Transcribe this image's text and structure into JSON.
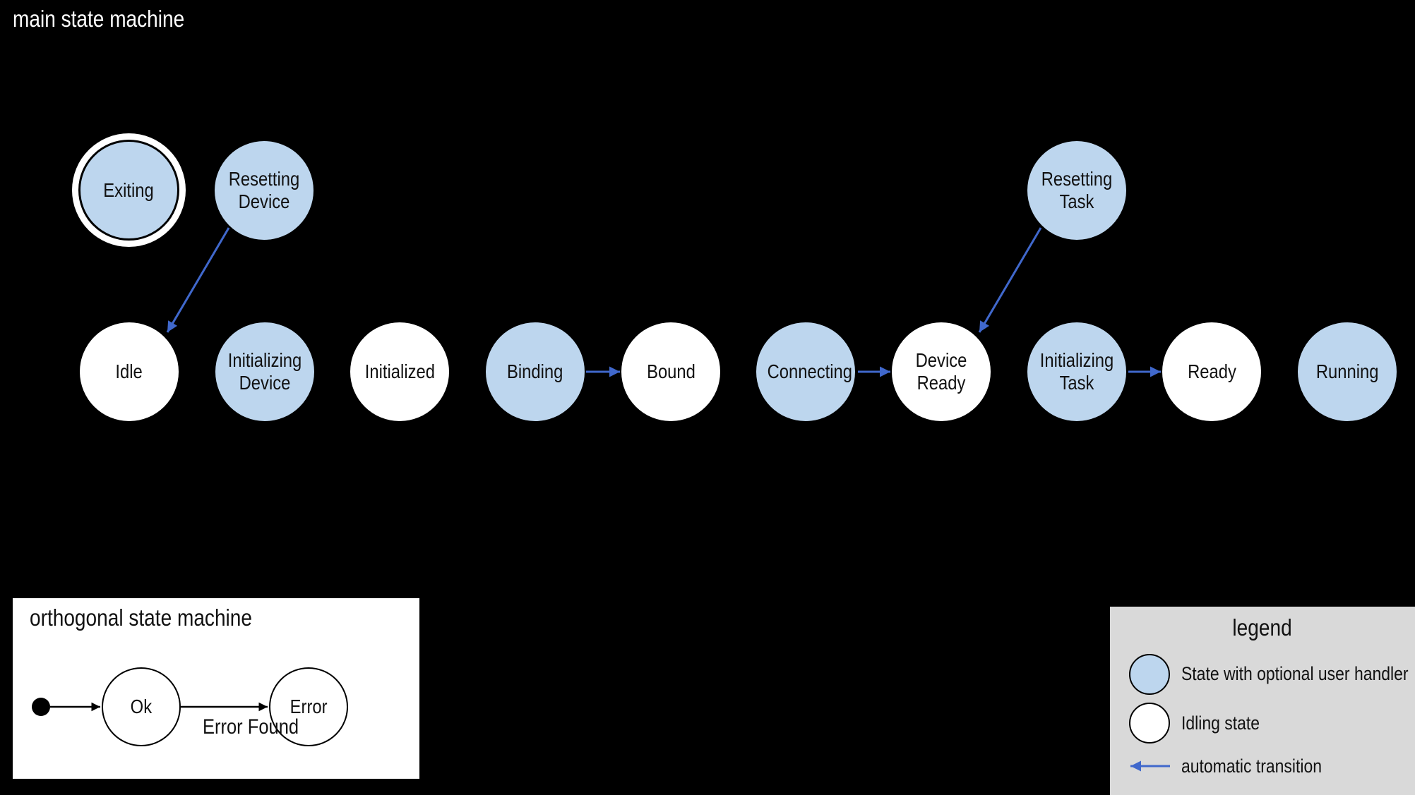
{
  "header": {
    "title": "main state machine"
  },
  "colors": {
    "background": "#000000",
    "handler_state_fill": "#bdd6ee",
    "idling_state_fill": "#ffffff",
    "automatic_transition_blue": "#4068cc",
    "plain_transition_black": "#000000",
    "legend_background": "#d9d9d9",
    "label_text": "#111111",
    "title_text_on_dark": "#ffffff"
  },
  "main_machine": {
    "states": [
      {
        "label": "Exiting",
        "kind": "handler",
        "final_state": true
      },
      {
        "label": "Resetting Device",
        "kind": "handler"
      },
      {
        "label": "Resetting Task",
        "kind": "handler"
      },
      {
        "label": "Idle",
        "kind": "idling"
      },
      {
        "label": "Initializing Device",
        "kind": "handler"
      },
      {
        "label": "Initialized",
        "kind": "idling"
      },
      {
        "label": "Binding",
        "kind": "handler"
      },
      {
        "label": "Bound",
        "kind": "idling"
      },
      {
        "label": "Connecting",
        "kind": "handler"
      },
      {
        "label": "Device Ready",
        "kind": "idling"
      },
      {
        "label": "Initializing Task",
        "kind": "handler"
      },
      {
        "label": "Ready",
        "kind": "idling"
      },
      {
        "label": "Running",
        "kind": "handler"
      }
    ],
    "transitions": [
      {
        "from": "Resetting Device",
        "to": "Idle",
        "type": "automatic"
      },
      {
        "from": "Resetting Task",
        "to": "Device Ready",
        "type": "automatic"
      },
      {
        "from": "Binding",
        "to": "Bound",
        "type": "automatic"
      },
      {
        "from": "Connecting",
        "to": "Device Ready",
        "type": "automatic"
      },
      {
        "from": "Initializing Task",
        "to": "Ready",
        "type": "automatic"
      }
    ]
  },
  "orthogonal_machine": {
    "title": "orthogonal state machine",
    "states": [
      {
        "label": "Ok",
        "kind": "idling"
      },
      {
        "label": "Error",
        "kind": "idling"
      }
    ],
    "transitions": [
      {
        "from": "initial",
        "to": "Ok",
        "label": ""
      },
      {
        "from": "Ok",
        "to": "Error",
        "label": "Error Found"
      }
    ],
    "transition_label": "Error Found"
  },
  "legend": {
    "title": "legend",
    "items": [
      {
        "swatch": "handler-state",
        "label": "State with optional user handler"
      },
      {
        "swatch": "idling-state",
        "label": "Idling state"
      },
      {
        "swatch": "automatic-transition-arrow",
        "label": "automatic transition"
      }
    ]
  }
}
